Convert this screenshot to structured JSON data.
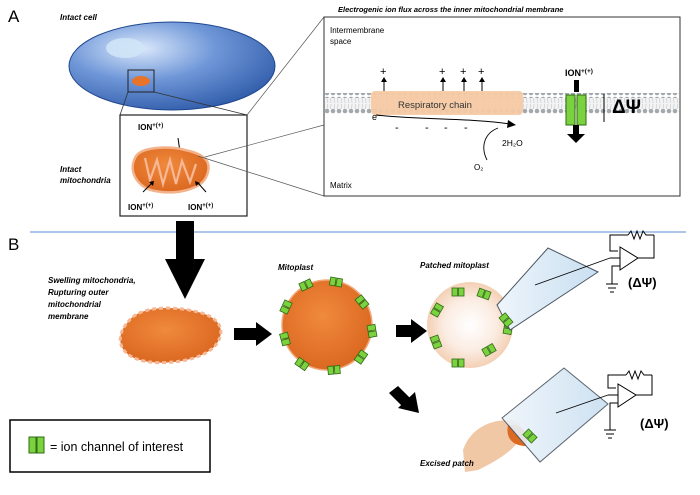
{
  "panel_a": {
    "letter": "A",
    "intact_cell_label": "Intact cell",
    "intact_mito_label_1": "Intact",
    "intact_mito_label_2": "mitochondria",
    "ion_label": "ION",
    "ion_sup": "+(+)",
    "zoom_title": "Electrogenic ion flux across the inner mitochondrial membrane",
    "ims_label_1": "Intermembrane",
    "ims_label_2": "space",
    "matrix_label": "Matrix",
    "respiratory_chain": "Respiratory chain",
    "electron": "e",
    "electron_sup": "-",
    "product_water": "2H₂O",
    "oxygen": "O₂",
    "plus": "+",
    "minus": "-",
    "delta_psi": "ΔΨ"
  },
  "panel_b": {
    "letter": "B",
    "swelling_label": [
      "Swelling mitochondria,",
      "Rupturing outer",
      "mitochondrial",
      "membrane"
    ],
    "mitoplast_label": "Mitoplast",
    "patched_label": "Patched mitoplast",
    "excised_label": "Excised patch",
    "delta_psi_paren": "(ΔΨ)",
    "legend_text": "= ion channel of interest"
  },
  "colors": {
    "cell_blue": "#2f5fae",
    "mito_orange": "#e8732a",
    "channel_green": "#7bd23f",
    "membrane_gray": "#9aa0a6",
    "divider_blue": "#5b8fd6"
  }
}
